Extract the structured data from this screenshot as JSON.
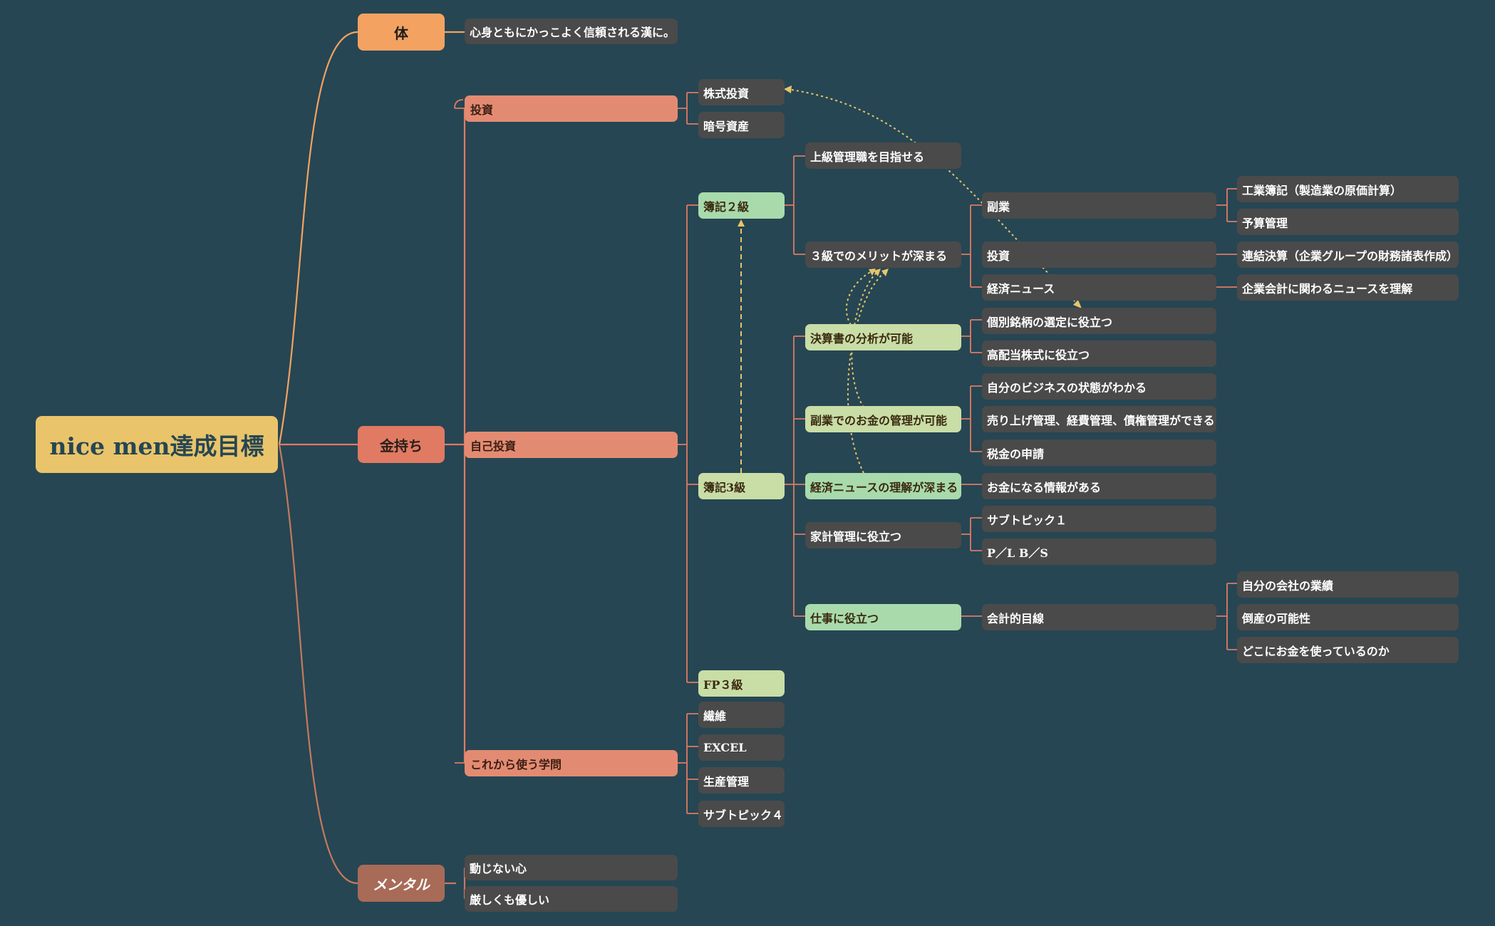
{
  "root": "nice men達成目標",
  "body": {
    "label": "体",
    "detail": "心身ともにかっこよく信頼される漢に。"
  },
  "money": {
    "label": "金持ち",
    "investment": {
      "label": "投資",
      "stock": "株式投資",
      "crypto": "暗号資産"
    },
    "self_investment": {
      "label": "自己投資",
      "boki2": {
        "label": "簿記２級",
        "manager": "上級管理職を目指せる",
        "deeper": {
          "label": "３級でのメリットが深まる",
          "side_job": {
            "label": "副業",
            "items": [
              "工業簿記（製造業の原価計算）",
              "予算管理"
            ]
          },
          "invest": {
            "label": "投資",
            "item": "連結決算（企業グループの財務諸表作成）"
          },
          "news": {
            "label": "経済ニュース",
            "item": "企業会計に関わるニュースを理解"
          }
        }
      },
      "boki3": {
        "label": "簿記3級",
        "analysis": {
          "label": "決算書の分析が可能",
          "items": [
            "個別銘柄の選定に役立つ",
            "高配当株式に役立つ"
          ]
        },
        "side_money": {
          "label": "副業でのお金の管理が可能",
          "items": [
            "自分のビジネスの状態がわかる",
            "売り上げ管理、経費管理、債権管理ができる",
            "税金の申請"
          ]
        },
        "econ_news": {
          "label": "経済ニュースの理解が深まる",
          "item": "お金になる情報がある"
        },
        "household": {
          "label": "家計管理に役立つ",
          "items": [
            "サブトピック１",
            "P／L B／S"
          ]
        },
        "work": {
          "label": "仕事に役立つ",
          "accounting": {
            "label": "会計的目線",
            "items": [
              "自分の会社の業績",
              "倒産の可能性",
              "どこにお金を使っているのか"
            ]
          }
        }
      },
      "fp3": {
        "label": "FP３級"
      }
    },
    "studies": {
      "label": "これから使う学問",
      "items": [
        "繊維",
        "EXCEL",
        "生産管理",
        "サブトピック４"
      ]
    }
  },
  "mental": {
    "label": "メンタル",
    "items": [
      "動じない心",
      "厳しくも優しい"
    ]
  },
  "colors": {
    "background": "#264653",
    "root": "#E9C46A",
    "body_branch": "#F4A261",
    "money_branch": "#E07A63",
    "mental_branch": "#A86B58",
    "relation": "#E9C46A"
  }
}
